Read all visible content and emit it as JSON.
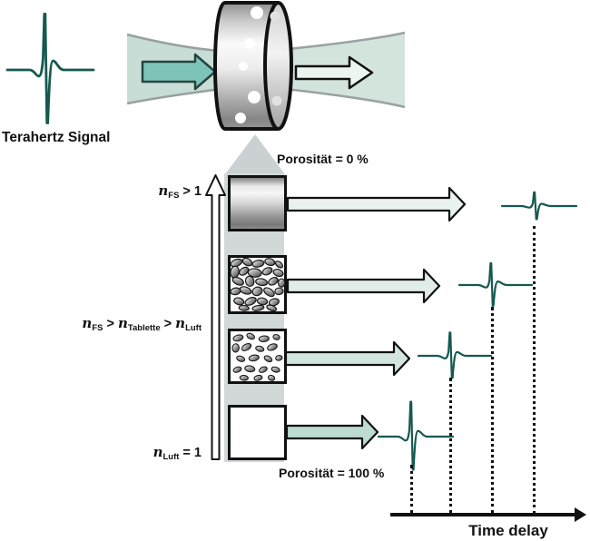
{
  "figure": {
    "signal_label": "Terahertz Signal",
    "porosity_top": "Porosität = 0 %",
    "porosity_bottom": "Porosität = 100 %",
    "time_axis_label": "Time delay",
    "refractive": {
      "top": [
        {
          "it": "n",
          "sub": "FS"
        },
        {
          "txt": " > 1"
        }
      ],
      "middle": [
        {
          "it": "n",
          "sub": "FS"
        },
        {
          "txt": " > "
        },
        {
          "it": "n",
          "sub": "Tablette"
        },
        {
          "txt": " > "
        },
        {
          "it": "n",
          "sub": "Luft"
        }
      ],
      "bottom": [
        {
          "it": "n",
          "sub": "Luft"
        },
        {
          "txt": " = 1"
        }
      ]
    },
    "palette": {
      "signal_teal": "#15594f",
      "input_arrow_fill": "#7ec3b7",
      "beam_fill_in": "#c7ddd6",
      "beam_fill_out": "#d3e4dd",
      "output_arrow_fills": [
        "#e9f2ee",
        "#dfece7",
        "#d2e5de",
        "#bcdcd1"
      ],
      "band_gray": "#d2d7d8",
      "outline_black": "#111111"
    }
  }
}
